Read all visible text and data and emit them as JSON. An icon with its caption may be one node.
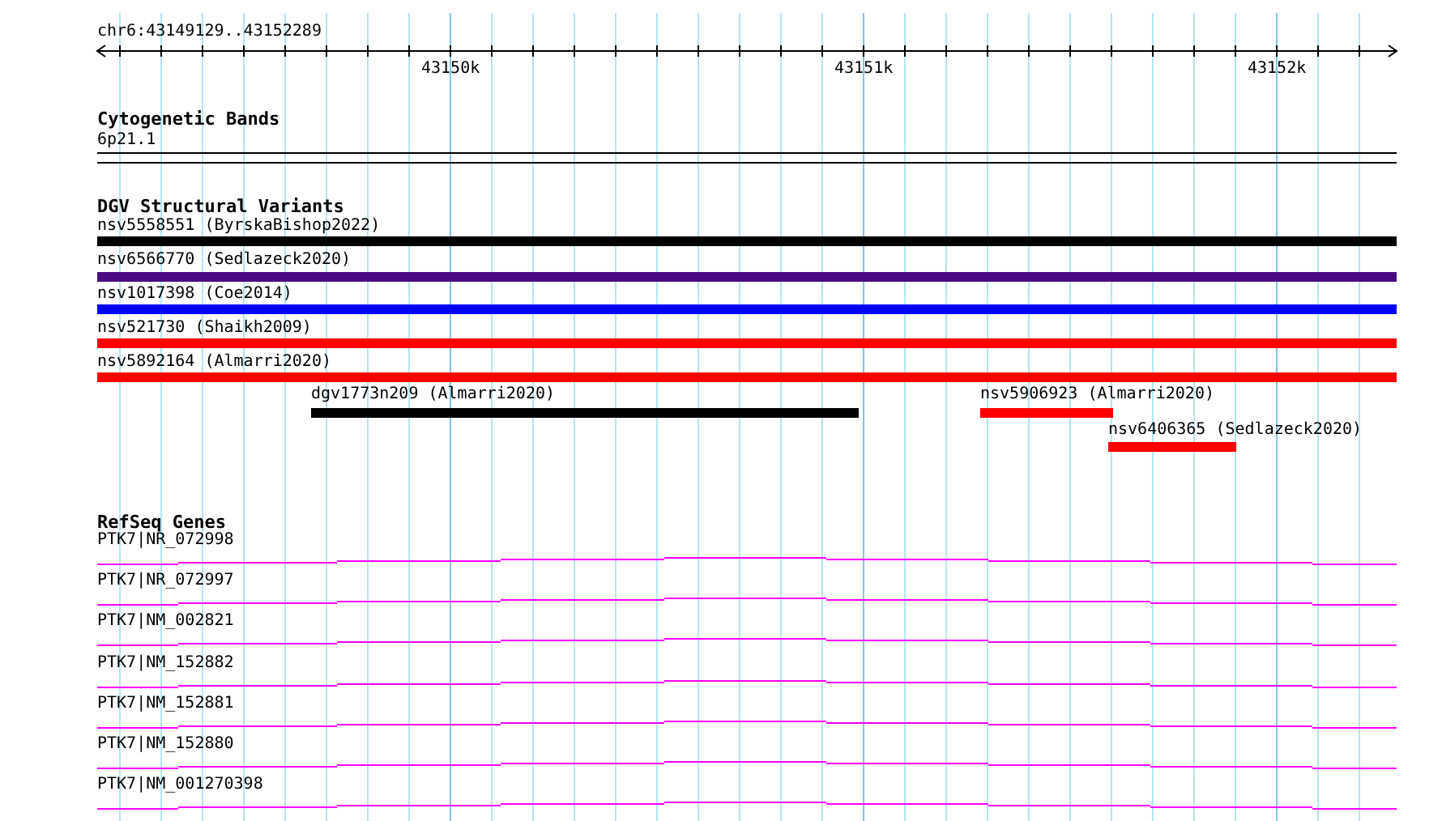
{
  "diagram": {
    "nodes": [
      {
        "text": [
          "6p21.1"
        ]
      },
      {
        "text": [
          "nsv5558551 (ByrskaBishop2022)"
        ]
      },
      {
        "text": [
          "nsv6566770 (Sedlazeck2020)"
        ]
      },
      {
        "text": [
          "nsv1017398 (Coe2014)"
        ]
      },
      {
        "text": [
          "nsv521730 (Shaikh2009)"
        ]
      },
      {
        "text": [
          "nsv5892164 (Almarri2020)"
        ]
      },
      {
        "text": [
          "dgv1773n209 (Almarri2020)"
        ]
      },
      {
        "text": [
          "nsv5906923 (Almarri2020)"
        ]
      },
      {
        "text": [
          "nsv6406365 (Sedlazeck2020)"
        ]
      },
      {
        "text": [
          "PTK7|NR_072998"
        ]
      },
      {
        "text": [
          "PTK7|NR_072997"
        ]
      },
      {
        "text": [
          "PTK7|NM_002821"
        ]
      },
      {
        "text": [
          "PTK7|NM_152882"
        ]
      },
      {
        "text": [
          "PTK7|NM_152881"
        ]
      },
      {
        "text": [
          "PTK7|NM_152880"
        ]
      },
      {
        "text": [
          "PTK7|NM_001270398"
        ]
      }
    ],
    "labels": [
      "chr6:43149129..43152289",
      "43150k",
      "43151k",
      "43152k",
      "Cytogenetic Bands",
      "DGV Structural Variants",
      "RefSeq Genes"
    ]
  }
}
